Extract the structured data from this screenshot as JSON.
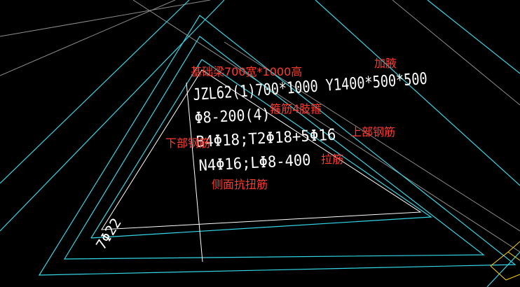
{
  "colors": {
    "background": "#000000",
    "cyan_lines": "#33d6e6",
    "white_lines": "#ffffff",
    "gray_lines": "#8c8c8c",
    "yellow_lines": "#ffd400",
    "annotation": "#ff3b30"
  },
  "drawing": {
    "beam_label_lines": [
      "JZL62(1)700*1000 Y1400*500*500",
      "Φ8-200(4)",
      "B4Φ18;T2Φ18+5Φ16",
      "N4Φ16;LΦ8-400"
    ],
    "rebar_label": "7Φ22"
  },
  "annotations": {
    "foundation_beam": "基础梁700宽*1000高",
    "haunch": "加腋",
    "stirrup": "箍筋4肢箍",
    "bottom_rebar": "下部钢筋",
    "top_rebar": "上部钢筋",
    "tie_bar": "拉筋",
    "side_torsion": "侧面抗扭筋"
  }
}
